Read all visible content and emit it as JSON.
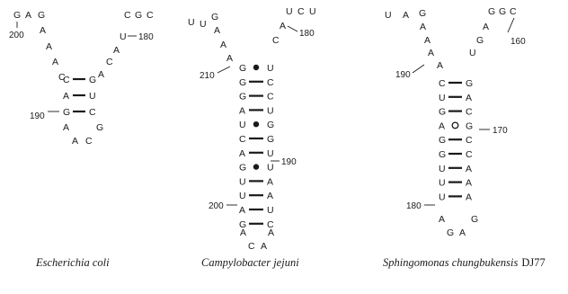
{
  "panels": [
    {
      "caption": "Escherichia coli",
      "caption_suffix": "",
      "loop_top": [
        "G",
        "A",
        "G"
      ],
      "loop_top_right": [
        "C",
        "G",
        "C"
      ],
      "left_strand": [
        "A",
        "A",
        "A",
        "C"
      ],
      "right_strand": [
        "U",
        "A",
        "C",
        "A"
      ],
      "pairs": [
        {
          "left": "C",
          "right": "G",
          "bond": "wc"
        },
        {
          "left": "A",
          "right": "U",
          "bond": "wc"
        },
        {
          "left": "G",
          "right": "C",
          "bond": "wc"
        }
      ],
      "bottom": [
        "A",
        "G",
        "A",
        "C"
      ],
      "numbers": [
        "200",
        "180",
        "190"
      ]
    },
    {
      "caption": "Campylobacter jejuni",
      "caption_suffix": "",
      "loop_top": [
        "U",
        "U",
        "G"
      ],
      "loop_top_right": [
        "U",
        "C",
        "U"
      ],
      "left_strand": [
        "A",
        "A",
        "A"
      ],
      "right_strand": [
        "A",
        "C"
      ],
      "pairs": [
        {
          "left": "G",
          "right": "U",
          "bond": "gu"
        },
        {
          "left": "G",
          "right": "C",
          "bond": "wc"
        },
        {
          "left": "G",
          "right": "C",
          "bond": "wc"
        },
        {
          "left": "A",
          "right": "U",
          "bond": "wc"
        },
        {
          "left": "U",
          "right": "G",
          "bond": "gu"
        },
        {
          "left": "C",
          "right": "G",
          "bond": "wc"
        },
        {
          "left": "A",
          "right": "U",
          "bond": "wc"
        },
        {
          "left": "G",
          "right": "U",
          "bond": "gu"
        },
        {
          "left": "U",
          "right": "A",
          "bond": "wc"
        },
        {
          "left": "U",
          "right": "A",
          "bond": "wc"
        },
        {
          "left": "A",
          "right": "U",
          "bond": "wc"
        },
        {
          "left": "G",
          "right": "C",
          "bond": "wc"
        }
      ],
      "bottom": [
        "A",
        "A",
        "C",
        "A"
      ],
      "numbers": [
        "210",
        "180",
        "190",
        "200"
      ]
    },
    {
      "caption": "Sphingomonas chungbukensis",
      "caption_suffix": "DJ77",
      "loop_top": [
        "U",
        "A",
        "G"
      ],
      "loop_top_right": [
        "G",
        "G",
        "C"
      ],
      "left_strand": [
        "A",
        "A",
        "A",
        "A"
      ],
      "right_strand": [
        "A",
        "G",
        "U"
      ],
      "pairs": [
        {
          "left": "C",
          "right": "G",
          "bond": "wc"
        },
        {
          "left": "U",
          "right": "A",
          "bond": "wc"
        },
        {
          "left": "G",
          "right": "C",
          "bond": "wc"
        },
        {
          "left": "A",
          "right": "G",
          "bond": "ga"
        },
        {
          "left": "G",
          "right": "C",
          "bond": "wc"
        },
        {
          "left": "G",
          "right": "C",
          "bond": "wc"
        },
        {
          "left": "U",
          "right": "A",
          "bond": "wc"
        },
        {
          "left": "U",
          "right": "A",
          "bond": "wc"
        },
        {
          "left": "U",
          "right": "A",
          "bond": "wc"
        }
      ],
      "bottom": [
        "A",
        "G",
        "G",
        "A"
      ],
      "numbers": [
        "190",
        "160",
        "170",
        "180"
      ]
    }
  ]
}
